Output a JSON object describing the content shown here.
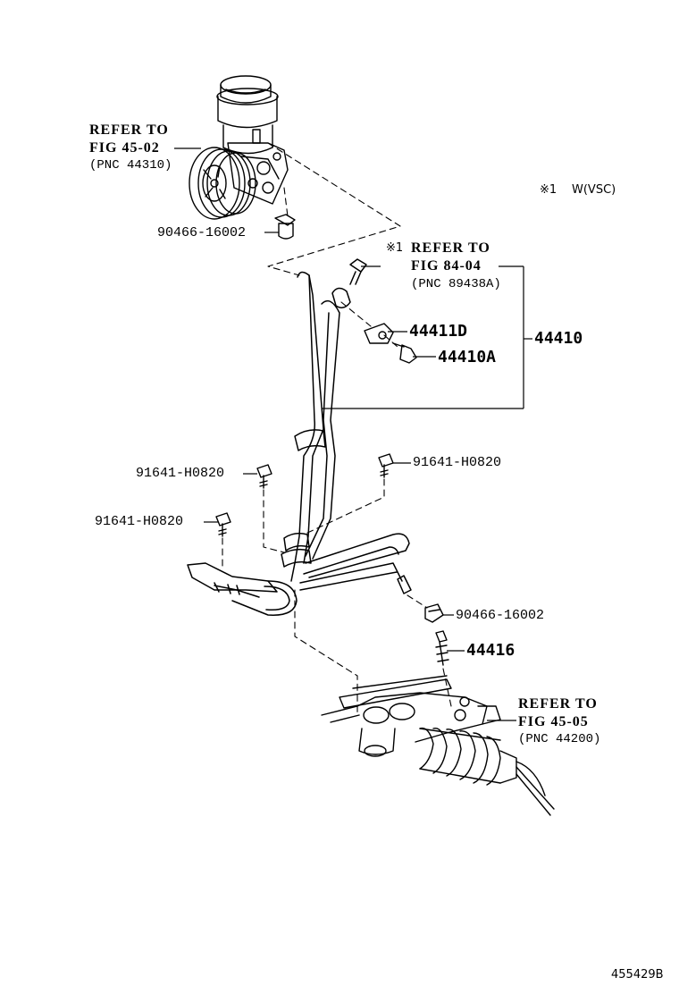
{
  "callouts": {
    "pump_ref": {
      "line1": "REFER TO",
      "line2": "FIG 45-02",
      "line3": "(PNC 44310)"
    },
    "hose_ref": {
      "mark": "※1",
      "line1": "REFER TO",
      "line2": "FIG 84-04",
      "line3": "(PNC 89438A)"
    },
    "rack_ref": {
      "line1": "REFER TO",
      "line2": "FIG 45-05",
      "line3": "(PNC 44200)"
    }
  },
  "legend": {
    "mark": "※1",
    "text": "W(VSC)"
  },
  "parts": {
    "p90466_top": "90466-16002",
    "p44411d": "44411D",
    "p44410a": "44410A",
    "p44410": "44410",
    "p91641_left": "91641-H0820",
    "p91641_right": "91641-H0820",
    "p91641_lower": "91641-H0820",
    "p90466_bottom": "90466-16002",
    "p44416": "44416"
  },
  "diagram_id": "455429B"
}
